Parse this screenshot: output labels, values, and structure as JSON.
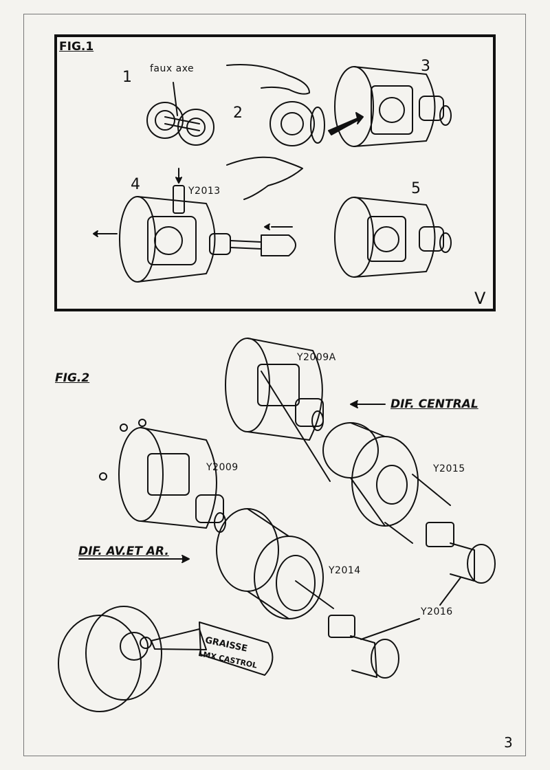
{
  "fig1": {
    "title": "FIG.1",
    "steps": [
      "1",
      "2",
      "3",
      "4",
      "5"
    ],
    "faux_axe_label": "faux axe",
    "part_label": "Y2013",
    "check_mark": "V"
  },
  "fig2": {
    "title": "FIG.2",
    "labels": {
      "y2009a": "Y2009A",
      "dif_central": "DIF. CENTRAL",
      "y2009": "Y2009",
      "y2015": "Y2015",
      "dif_av_ar": "DIF. AV.ET AR.",
      "y2014": "Y2014",
      "y2016": "Y2016",
      "graisse_line1": "GRAISSE",
      "graisse_line2": "LMX CASTROL"
    }
  },
  "page_number": "3"
}
